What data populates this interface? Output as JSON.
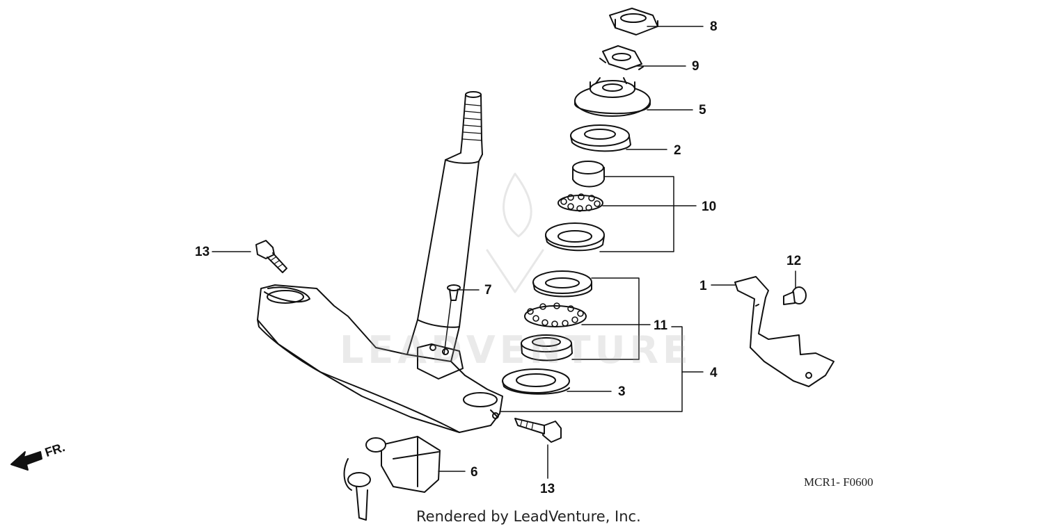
{
  "callouts": {
    "c1": "1",
    "c2": "2",
    "c3": "3",
    "c4": "4",
    "c5": "5",
    "c6": "6",
    "c7": "7",
    "c8": "8",
    "c9": "9",
    "c10": "10",
    "c11": "11",
    "c12": "12",
    "c13a": "13",
    "c13b": "13"
  },
  "direction_label": "FR.",
  "diagram_code": "MCR1- F0600",
  "credit": "Rendered by LeadVenture, Inc.",
  "watermark": "LEADVENTURE",
  "colors": {
    "line": "#111111",
    "part_fill": "#ffffff",
    "watermark": "#a0a0a0"
  }
}
